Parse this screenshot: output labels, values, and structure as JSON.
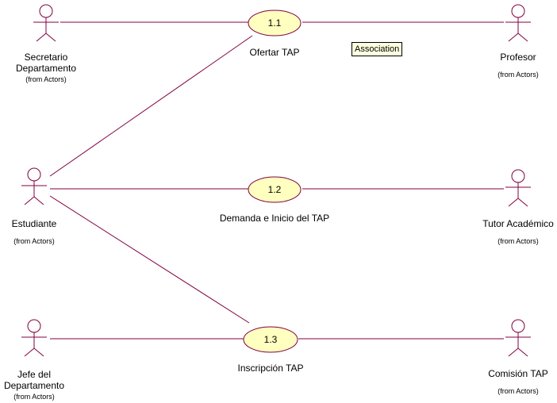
{
  "tooltip": "Association",
  "actors": {
    "secretario": {
      "name_line1": "Secretario",
      "name_line2": "Departamento",
      "from": "(from Actors)"
    },
    "profesor": {
      "name": "Profesor",
      "from": "(from Actors)"
    },
    "estudiante": {
      "name": "Estudiante",
      "from": "(from Actors)"
    },
    "tutor": {
      "name": "Tutor Académico",
      "from": "(from Actors)"
    },
    "jefe": {
      "name_line1": "Jefe del",
      "name_line2": "Departamento",
      "from": "(from Actors)"
    },
    "comision": {
      "name": "Comisión TAP",
      "from": "(from Actors)"
    }
  },
  "use_cases": [
    {
      "id": "1.1",
      "name": "Ofertar TAP"
    },
    {
      "id": "1.2",
      "name": "Demanda e Inicio del TAP"
    },
    {
      "id": "1.3",
      "name": "Inscripción TAP"
    }
  ],
  "colors": {
    "line": "#800040",
    "ellipse_fill": "#ffffc0",
    "ellipse_stroke": "#800040"
  }
}
